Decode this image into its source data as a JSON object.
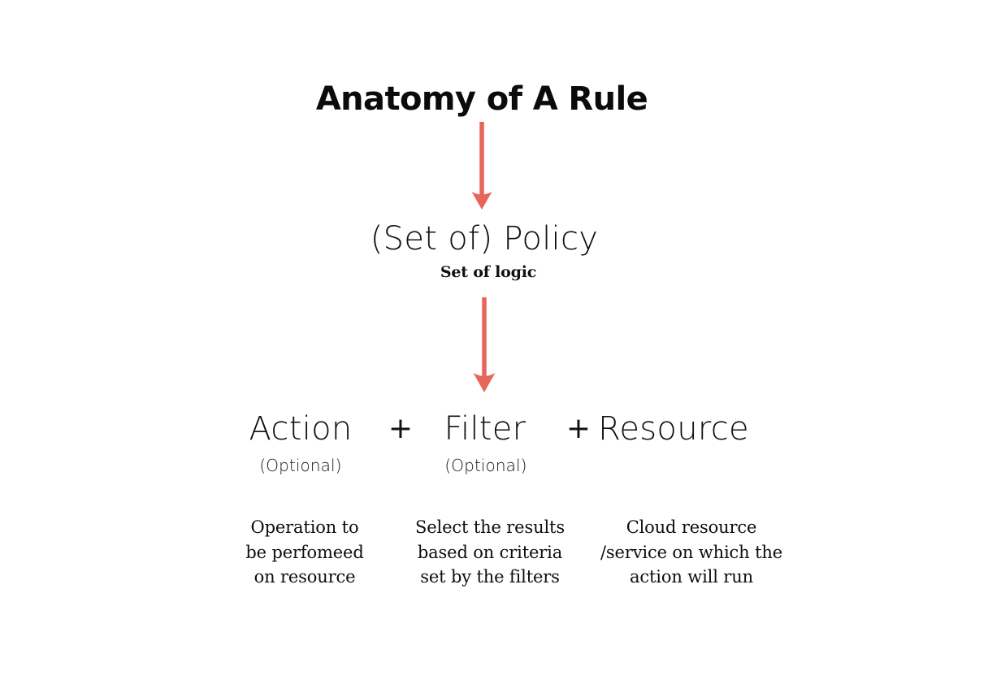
{
  "diagram": {
    "title": "Anatomy of A Rule",
    "accent_color": "#E8655A",
    "text_color": "#111111",
    "background_color": "#FFFFFF",
    "policy": {
      "label": "(Set of) Policy",
      "subtitle": "Set of logic"
    },
    "operators": {
      "plus_1": "+",
      "plus_2": "+"
    },
    "components": [
      {
        "name": "action",
        "label": "Action",
        "optional_label": "(Optional)",
        "description_lines": [
          "Operation to",
          "be perfomeed",
          "on resource"
        ]
      },
      {
        "name": "filter",
        "label": "Filter",
        "optional_label": "(Optional)",
        "description_lines": [
          "Select the results",
          "based on criteria",
          "set by the filters"
        ]
      },
      {
        "name": "resource",
        "label": "Resource",
        "optional_label": "",
        "description_lines": [
          "Cloud resource",
          "/service on which the",
          "action will run"
        ]
      }
    ],
    "arrows": [
      {
        "name": "title-to-policy-arrow",
        "direction": "down"
      },
      {
        "name": "policy-to-components-arrow",
        "direction": "down"
      }
    ]
  }
}
